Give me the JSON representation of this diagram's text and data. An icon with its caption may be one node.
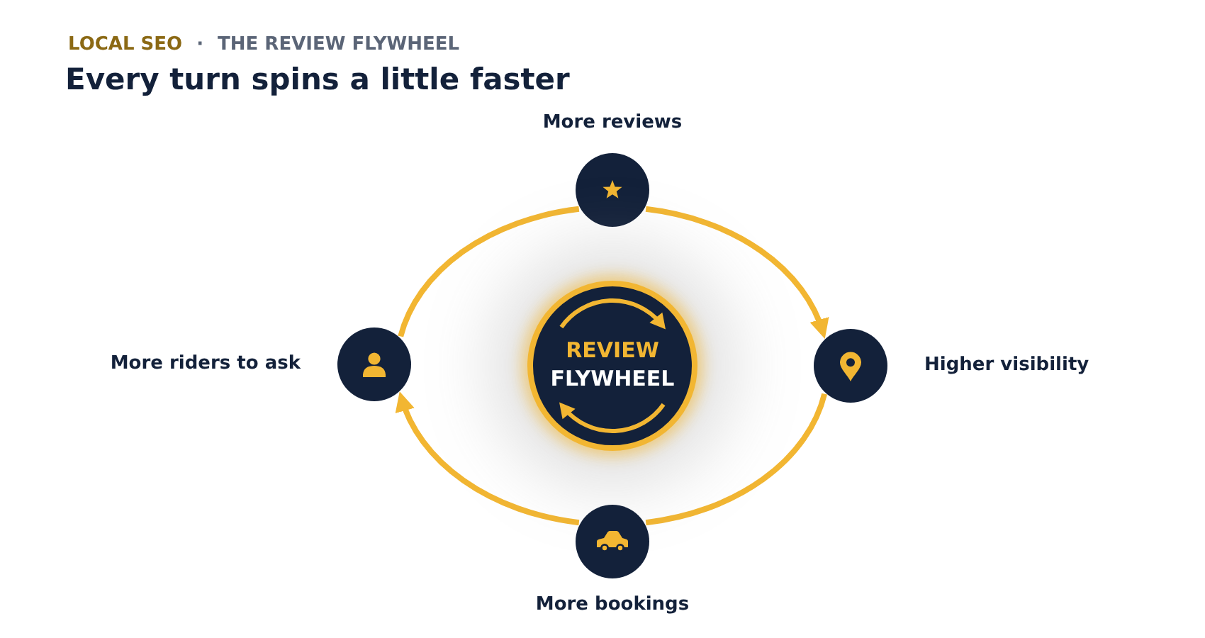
{
  "diagram": {
    "title": "Every turn spins a little faster",
    "nodes": [
      {
        "text": [
          "More reviews"
        ]
      },
      {
        "text": [
          "More riders to ask"
        ]
      },
      {
        "text": [
          "REVIEW",
          "FLYWHEEL"
        ]
      },
      {
        "text": [
          "Higher visibility"
        ]
      },
      {
        "text": [
          "More bookings"
        ]
      }
    ],
    "edges": [
      {
        "from": 0,
        "to": 3,
        "arrow": "to"
      },
      {
        "from": 3,
        "to": 4,
        "arrow": "none"
      },
      {
        "from": 4,
        "to": 1,
        "arrow": "to"
      },
      {
        "from": 1,
        "to": 0,
        "arrow": "none"
      }
    ],
    "labels": [
      "LOCAL SEO",
      "·",
      "THE REVIEW FLYWHEEL"
    ]
  }
}
